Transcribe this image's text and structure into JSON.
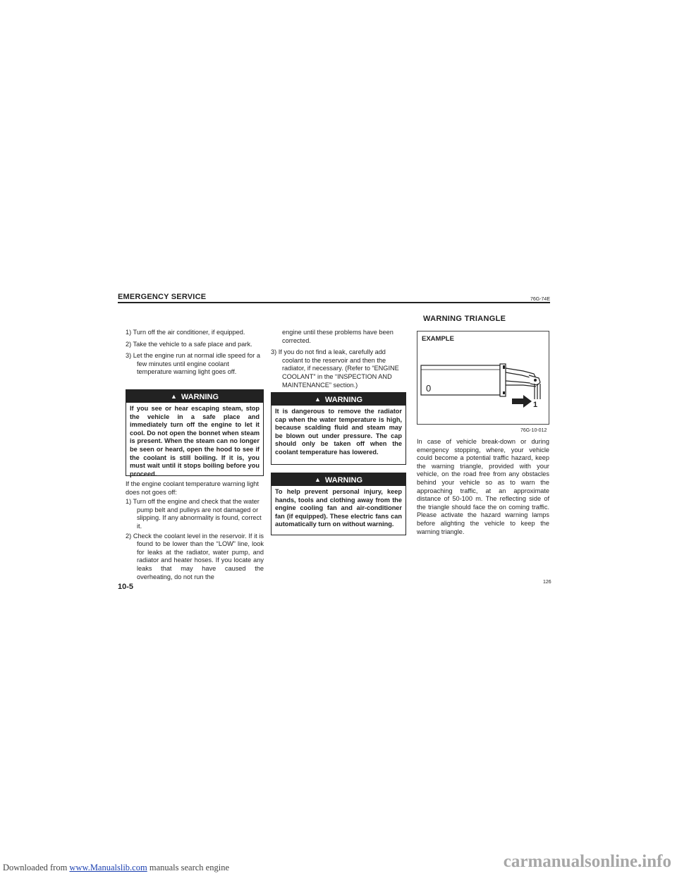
{
  "header": {
    "section_title": "EMERGENCY SERVICE",
    "ref_code": "76G-74E"
  },
  "col1": {
    "steps": [
      "1)  Turn off the air conditioner, if equipped.",
      "2)  Take the vehicle to a safe place and park.",
      "3)  Let the engine run at normal idle speed for a few minutes until engine coolant temperature warning light goes off."
    ],
    "warning": {
      "title": "WARNING",
      "text": "If you see or hear escaping steam, stop the vehicle in a safe place and immediately turn off the engine to let it cool. Do not open the bonnet when steam is present. When the steam can no longer be seen or heard, open the hood to see if the coolant is still boiling. If it is, you must wait until it stops boiling before you proceed."
    },
    "intro": "If the engine coolant temperature warning light does not goes off:",
    "steps2": [
      "1)  Turn off the engine and check that the water pump belt and pulleys are not damaged or slipping. If any abnormality is found, correct it.",
      "2)  Check the coolant level in the reservoir. If it is found to be lower than the “LOW” line, look for leaks at the radiator, water pump, and radiator and heater hoses. If you locate any leaks that may have caused the overheating, do not run the"
    ]
  },
  "col2": {
    "continuation": "engine until these problems have been corrected.",
    "step3": "3)  If you do not find a leak, carefully add coolant to the reservoir and then the radiator, if necessary. (Refer to “ENGINE COOLANT” in the “INSPECTION AND MAINTENANCE” section.)",
    "warning1": {
      "title": "WARNING",
      "text": "It is dangerous to remove the radiator cap when the water temperature is high, because scalding fluid and steam may be blown out under pressure. The cap should only be taken off when the coolant temperature has lowered."
    },
    "warning2": {
      "title": "WARNING",
      "text": "To help prevent personal injury, keep hands, tools and clothing away from the engine cooling fan and air-conditioner fan (if equipped). These electric fans can automatically turn on without warning."
    }
  },
  "col3": {
    "heading": "WARNING TRIANGLE",
    "figure_label": "EXAMPLE",
    "figure_callout": "1",
    "figure_code": "76G-10-012",
    "body": "In case of vehicle break-down or during emergency stopping, where, your vehicle could become a potential traffic hazard, keep the warning triangle, provided with your vehicle, on the road free from any obstacles behind your vehicle so as to warn the approaching traffic, at an approximate distance of 50-100 m. The reflecting side of the triangle should face the on coming traffic. Please activate the hazard warning lamps before alighting the vehicle to keep the warning triangle."
  },
  "footer": {
    "page_number": "10-5",
    "page_index": "126",
    "download_prefix": "Downloaded from ",
    "download_link": "www.Manualslib.com",
    "download_suffix": " manuals search engine",
    "watermark": "carmanualsonline.info"
  }
}
